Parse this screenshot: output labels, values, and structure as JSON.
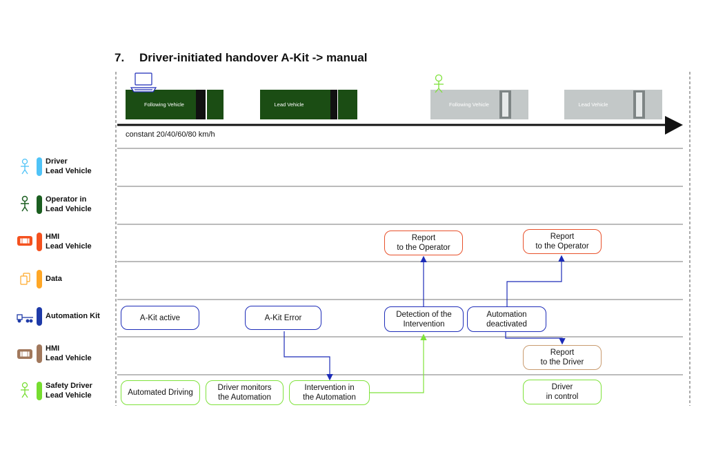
{
  "title": {
    "number": "7.",
    "text": "Driver-initiated handover A-Kit -> manual"
  },
  "speed_label": "constant 20/40/60/80 km/h",
  "vehicles": [
    {
      "label": "Following Vehicle",
      "state": "active"
    },
    {
      "label": "Lead Vehicle",
      "state": "active"
    },
    {
      "label": "Following Vehicle",
      "state": "inactive"
    },
    {
      "label": "Lead Vehicle",
      "state": "inactive"
    }
  ],
  "lanes": [
    {
      "line1": "Driver",
      "line2": "Lead Vehicle",
      "color": "#4fc3f7",
      "icon": "person-icon"
    },
    {
      "line1": "Operator in",
      "line2": "Lead Vehicle",
      "color": "#1b5e20",
      "icon": "person-icon"
    },
    {
      "line1": "HMI",
      "line2": "Lead Vehicle",
      "color": "#f4511e",
      "icon": "hmi-icon"
    },
    {
      "line1": "Data",
      "line2": "",
      "color": "#ffa726",
      "icon": "data-icon"
    },
    {
      "line1": "Automation Kit",
      "line2": "",
      "color": "#1e3aa8",
      "icon": "truck-icon"
    },
    {
      "line1": "HMI",
      "line2": "Lead Vehicle",
      "color": "#a1785c",
      "icon": "hmi-icon"
    },
    {
      "line1": "Safety Driver",
      "line2": "Lead Vehicle",
      "color": "#76dd2f",
      "icon": "person-icon"
    }
  ],
  "boxes": {
    "akit_active": "A-Kit active",
    "akit_error": "A-Kit Error",
    "detection": [
      "Detection of the",
      "Intervention"
    ],
    "automation_deactivated": [
      "Automation",
      "deactivated"
    ],
    "report_operator_1": [
      "Report",
      "to the Operator"
    ],
    "report_operator_2": [
      "Report",
      "to the Operator"
    ],
    "report_driver": [
      "Report",
      "to the Driver"
    ],
    "automated_driving": "Automated Driving",
    "driver_monitors": [
      "Driver monitors",
      "the Automation"
    ],
    "intervention": [
      "Intervention in",
      "the Automation"
    ],
    "driver_in_control": [
      "Driver",
      "in control"
    ]
  },
  "colors": {
    "blue_box": "#1c2bb8",
    "green_box": "#7ee23a",
    "red_box": "#e8502a",
    "tan_box": "#c89a6e",
    "vehicle_active": "#1b4d14",
    "vehicle_inactive": "#c3c8c8"
  }
}
